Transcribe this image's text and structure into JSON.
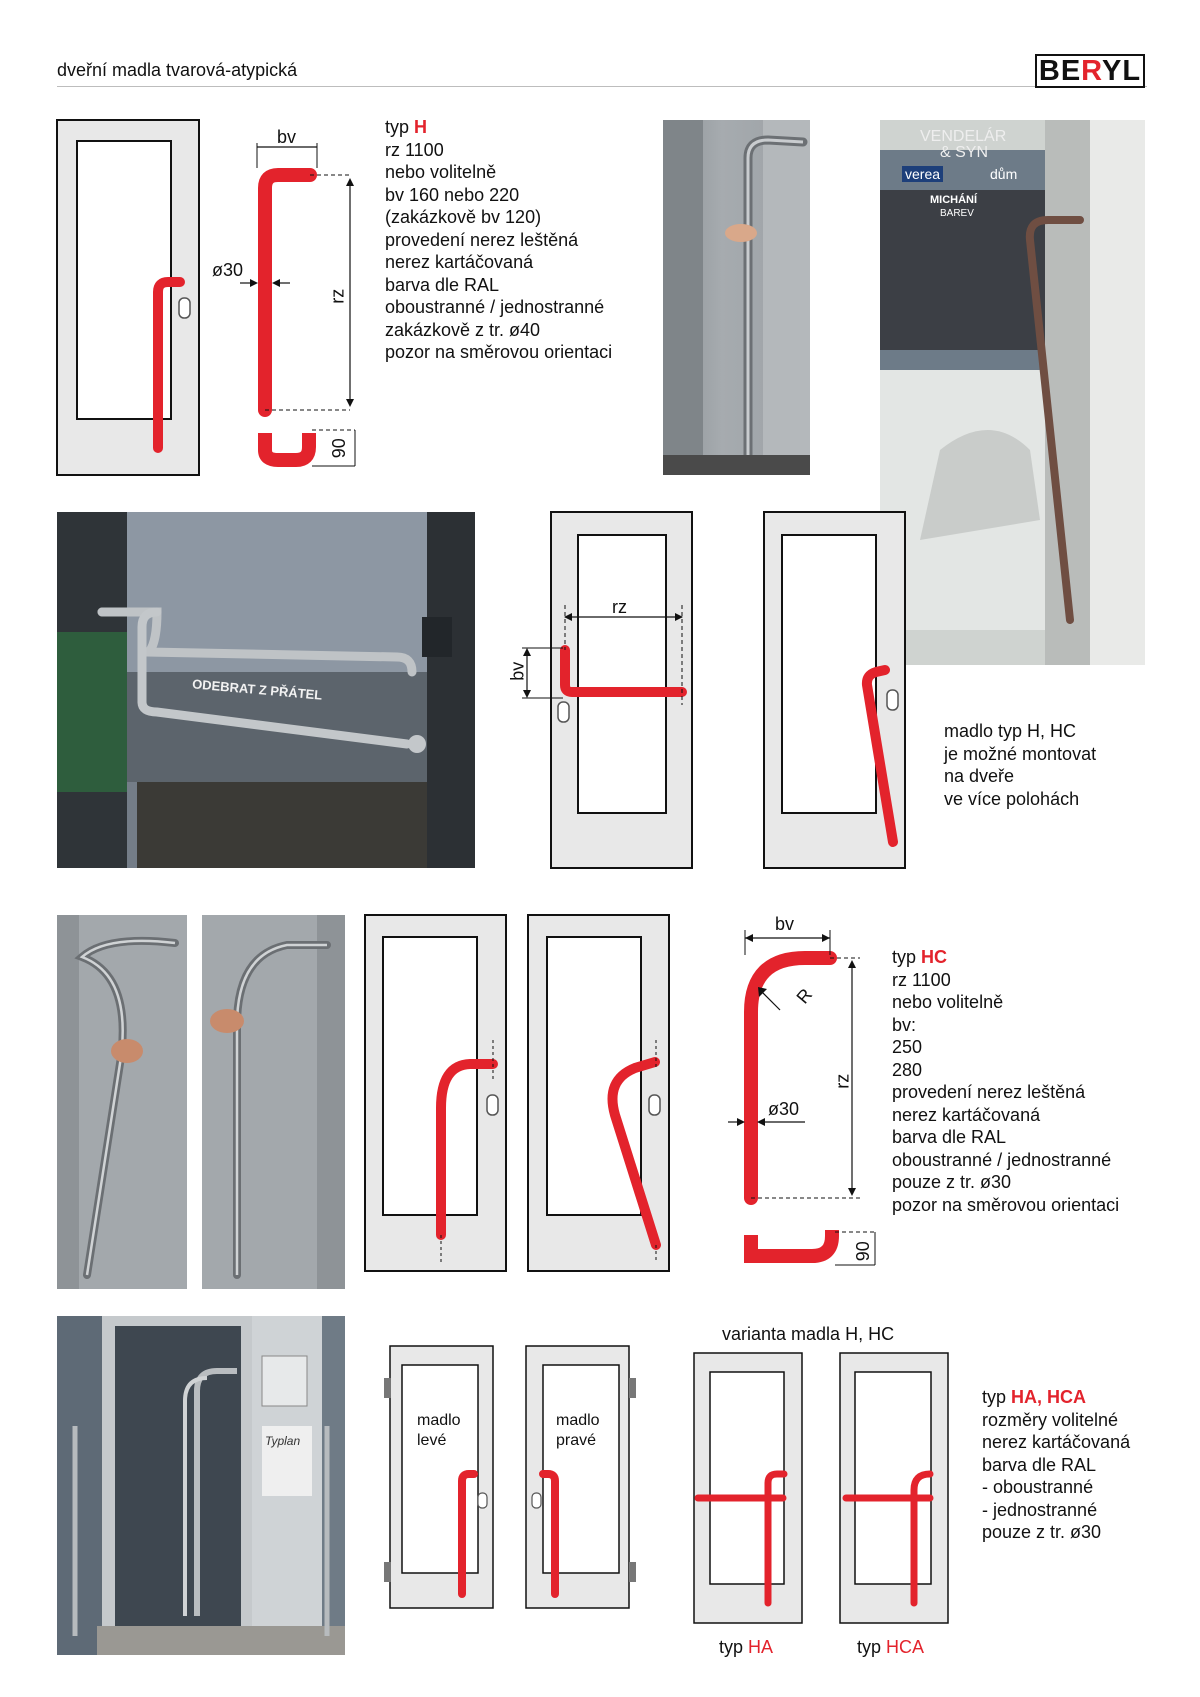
{
  "header": {
    "title": "dveřní madla tvarová-atypická",
    "logo": {
      "part1": "BE",
      "part2": "R",
      "part3": "YL"
    }
  },
  "colors": {
    "accent": "#e3232c",
    "door_frame": "#e6e6e6",
    "outline": "#111111"
  },
  "typ_h": {
    "label": "typ ",
    "code": "H",
    "lines": [
      "rz 1100",
      "nebo volitelně",
      "bv 160 nebo 220",
      "(zakázkově bv 120)",
      "provedení nerez leštěná",
      "nerez kartáčovaná",
      "barva dle RAL",
      "oboustranné / jednostranné",
      "zakázkově z tr. ø40",
      "pozor na směrovou orientaci"
    ],
    "dims": {
      "bv": "bv",
      "d": "ø30",
      "rz": "rz",
      "depth": "90"
    }
  },
  "photo_glass": {
    "sign_line1": "ODEBRAT Z PŘÁTEL"
  },
  "photo_shop": {
    "sign1": "VENDELÁR",
    "sign2": "& SYN",
    "sign3": "verea",
    "sign4": "dům",
    "sign5": "MICHÁNÍ",
    "sign6": "BAREV"
  },
  "mount_diagram": {
    "rz": "rz",
    "bv": "bv"
  },
  "mount_note": {
    "lines": [
      "madlo typ H, HC",
      "je možné montovat",
      "na dveře",
      "ve více polohách"
    ]
  },
  "typ_hc": {
    "label": "typ ",
    "code": "HC",
    "lines": [
      "rz 1100",
      "nebo volitelně",
      "bv:",
      "250",
      "280",
      "provedení nerez leštěná",
      "nerez kartáčovaná",
      "barva dle RAL",
      "oboustranné / jednostranné",
      "pouze z tr. ø30",
      "pozor na směrovou orientaci"
    ],
    "dims": {
      "bv": "bv",
      "R": "R",
      "d": "ø30",
      "rz": "rz",
      "depth": "90"
    }
  },
  "photo_entrance": {
    "sign": "Typlan"
  },
  "side_diagrams": {
    "left": [
      "madlo",
      "levé"
    ],
    "right": [
      "madlo",
      "pravé"
    ]
  },
  "variants": {
    "title": "varianta madla H, HC",
    "ha_label": "typ ",
    "ha_code": "HA",
    "hca_label": "typ ",
    "hca_code": "HCA"
  },
  "typ_ha": {
    "label": "typ ",
    "code": "HA, HCA",
    "lines": [
      "rozměry volitelné",
      "nerez kartáčovaná",
      "barva dle RAL",
      "- oboustranné",
      "- jednostranné",
      "pouze z tr. ø30"
    ]
  }
}
